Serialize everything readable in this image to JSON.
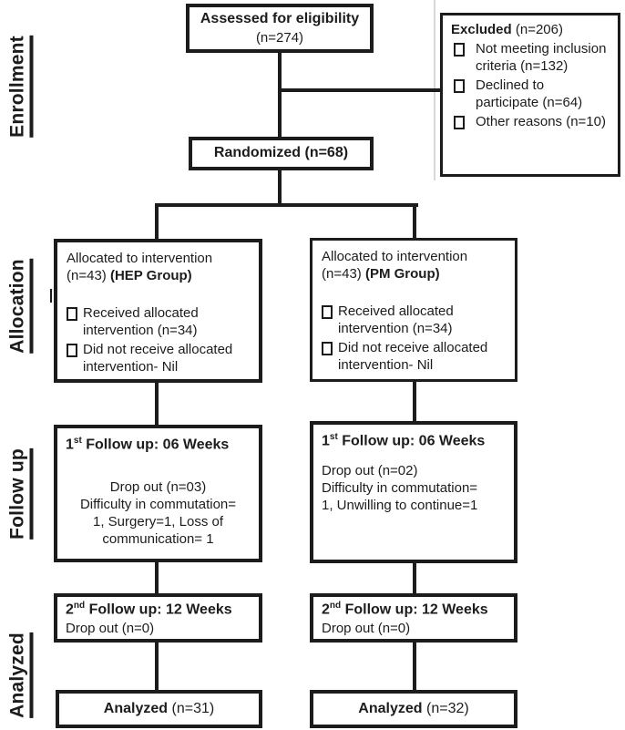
{
  "stages": [
    {
      "label": "Enrollment"
    },
    {
      "label": "Allocation"
    },
    {
      "label": "Follow up"
    },
    {
      "label": "Analyzed"
    }
  ],
  "assessed": {
    "title": "Assessed for eligibility",
    "count": "(n=274)"
  },
  "excluded": {
    "title_bold": "Excluded",
    "title_rest": " (n=206)",
    "items": [
      "Not meeting inclusion criteria (n=132)",
      "Declined to participate (n=64)",
      "Other reasons (n=10)"
    ]
  },
  "randomized": {
    "label": "Randomized (n=68)"
  },
  "allocation_left": {
    "intro_normal": "Allocated to intervention (n=43) ",
    "intro_bold": "(HEP Group)",
    "items": [
      "Received allocated intervention (n=34)",
      "Did not receive allocated intervention- Nil"
    ]
  },
  "allocation_right": {
    "intro_normal": "Allocated to intervention (n=43) ",
    "intro_bold": "(PM Group)",
    "items": [
      "Received allocated intervention (n=34)",
      "Did not receive allocated intervention- Nil"
    ]
  },
  "followup1_left": {
    "num": "1",
    "ord": "st",
    "title_rest": " Follow up: 06 Weeks",
    "details": "Drop out (n=03)\nDifficulty in commutation=\n1, Surgery=1, Loss of\ncommunication= 1"
  },
  "followup1_right": {
    "num": "1",
    "ord": "st",
    "title_rest": " Follow up: 06 Weeks",
    "details": "Drop out (n=02)\nDifficulty in commutation=\n1, Unwilling to continue=1"
  },
  "followup2_left": {
    "num": "2",
    "ord": "nd",
    "title_rest": " Follow up: 12 Weeks",
    "dropout": "Drop out (n=0)"
  },
  "followup2_right": {
    "num": "2",
    "ord": "nd",
    "title_rest": " Follow up: 12 Weeks",
    "dropout": "Drop out (n=0)"
  },
  "analyzed_left": {
    "bold": "Analyzed",
    "rest": " (n=31)"
  },
  "analyzed_right": {
    "bold": "Analyzed",
    "rest": " (n=32)"
  }
}
